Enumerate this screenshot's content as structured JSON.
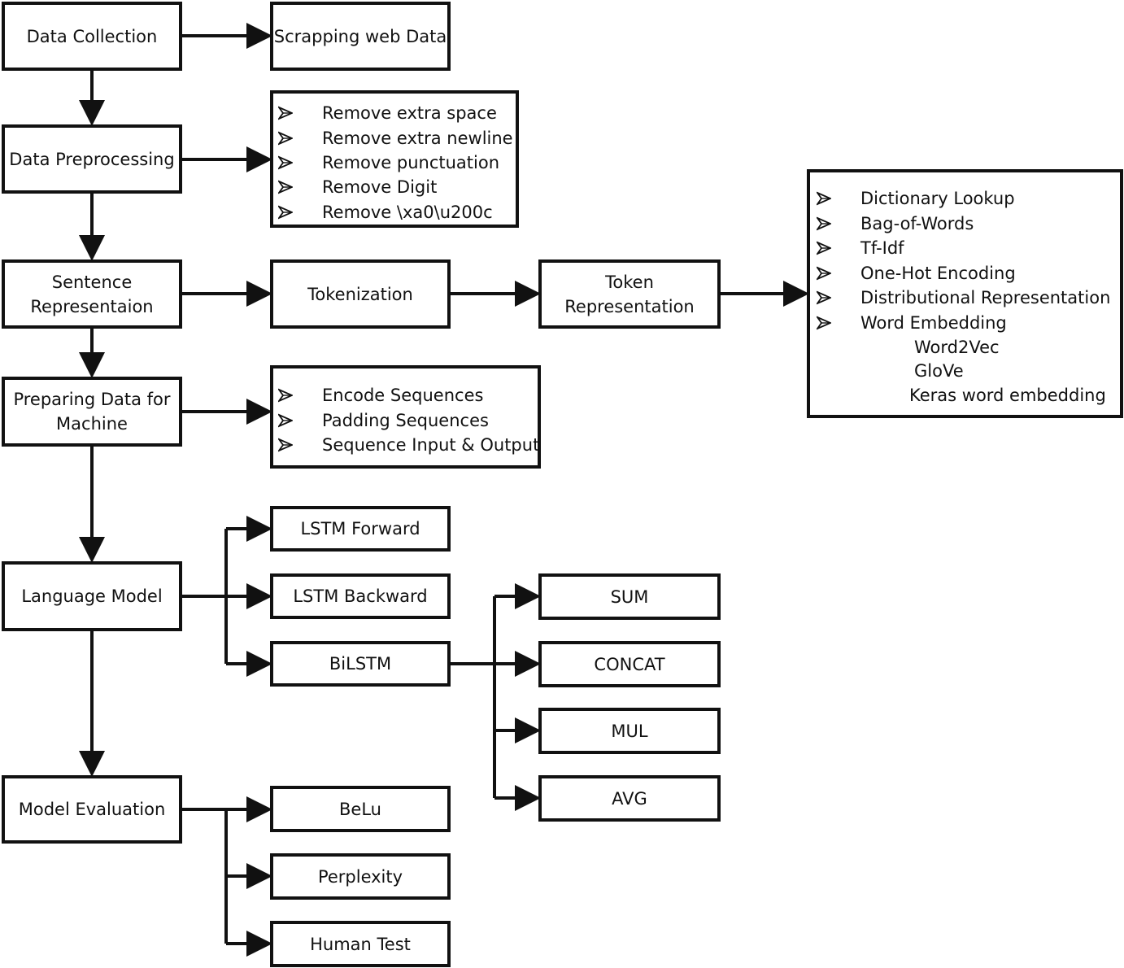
{
  "stages": {
    "data_collection": "Data Collection",
    "data_preprocessing": "Data Preprocessing",
    "sentence_representation": [
      "Sentence",
      "Representaion"
    ],
    "preparing_data": [
      "Preparing Data for",
      "Machine"
    ],
    "language_model": "Language Model",
    "model_evaluation": "Model Evaluation"
  },
  "collection": {
    "scrapping": "Scrapping web Data"
  },
  "preprocessing": {
    "items": [
      "Remove extra space",
      "Remove extra newline",
      "Remove punctuation",
      "Remove Digit",
      "Remove \\xa0\\u200c"
    ]
  },
  "representation": {
    "tokenization": "Tokenization",
    "token_representation": [
      "Token",
      "Representation"
    ],
    "methods": [
      "Dictionary Lookup",
      "Bag-of-Words",
      "Tf-Idf",
      "One-Hot Encoding",
      "Distributional Representation",
      "Word Embedding"
    ],
    "embeddings": [
      "Word2Vec",
      "GloVe",
      "Keras word embedding"
    ]
  },
  "preparing": {
    "items": [
      "Encode Sequences",
      "Padding Sequences",
      "Sequence Input & Output"
    ]
  },
  "models": {
    "forward": "LSTM Forward",
    "backward": "LSTM Backward",
    "bilstm": "BiLSTM"
  },
  "merge_modes": [
    "SUM",
    "CONCAT",
    "MUL",
    "AVG"
  ],
  "evaluation": [
    "BeLu",
    "Perplexity",
    "Human Test"
  ],
  "colors": {
    "stroke": "#111111",
    "background": "#ffffff"
  },
  "icons": {
    "bullet": "arrowhead-bullet-icon"
  }
}
